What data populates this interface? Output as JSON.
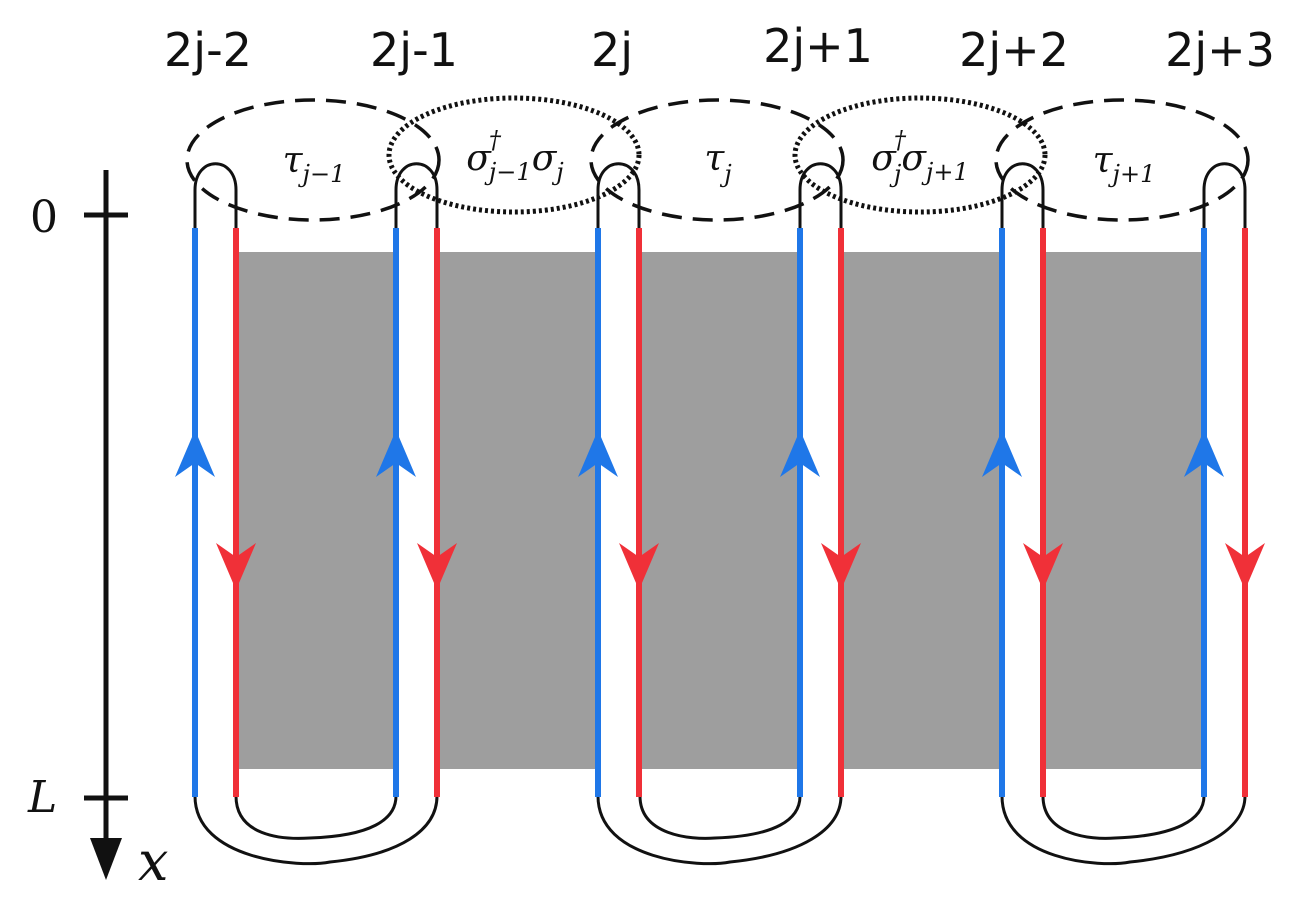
{
  "site_labels": [
    "2j-2",
    "2j-1",
    "2j",
    "2j+1",
    "2j+2",
    "2j+3"
  ],
  "axis": {
    "top_tick": "0",
    "bottom_tick": "L",
    "variable": "x"
  },
  "operators": [
    {
      "kind": "dashed",
      "base": "τ",
      "sub": "j−1"
    },
    {
      "kind": "dotted",
      "base1": "σ",
      "sub1": "j−1",
      "sup1": "†",
      "base2": "σ",
      "sub2": "j"
    },
    {
      "kind": "dashed",
      "base": "τ",
      "sub": "j"
    },
    {
      "kind": "dotted",
      "base1": "σ",
      "sub1": "j",
      "sup1": "†",
      "base2": "σ",
      "sub2": "j+1"
    },
    {
      "kind": "dashed",
      "base": "τ",
      "sub": "j+1"
    }
  ],
  "colors": {
    "up_mode": "#1f77e8",
    "down_mode": "#f03038",
    "bulk": "#9e9e9e",
    "outline": "#111111"
  }
}
